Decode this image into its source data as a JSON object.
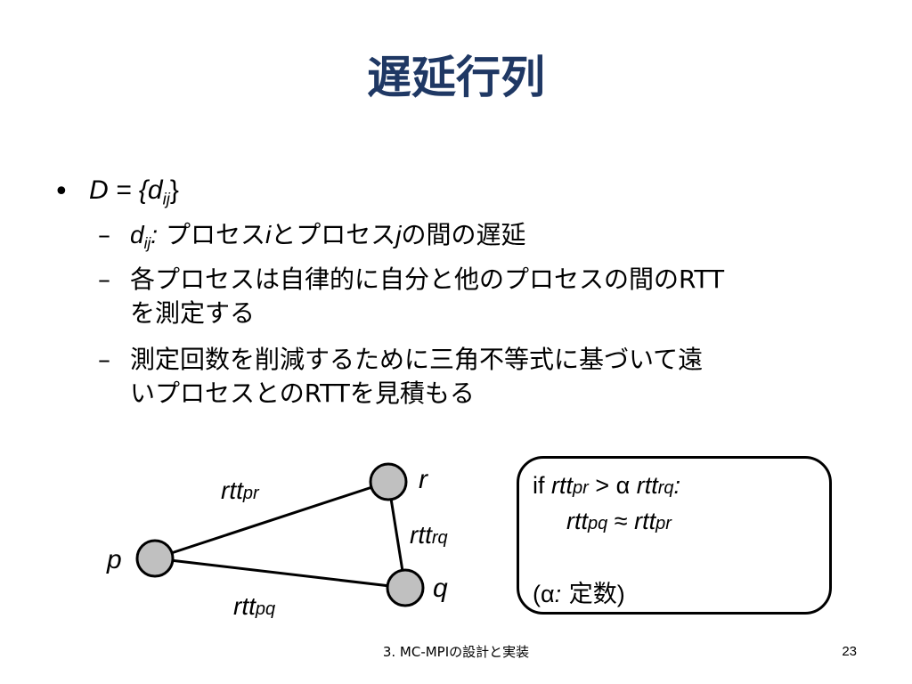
{
  "slide": {
    "title": "遅延行列",
    "bullets": {
      "main": {
        "marker": "•",
        "prefix": "D = {d",
        "sub": "ij",
        "suffix": "}"
      },
      "item1": {
        "marker": "–",
        "var": "d",
        "sub": "ij",
        "colon": ":",
        "text_a": " プロセス",
        "var_i": "i",
        "text_b": "とプロセス",
        "var_j": "j",
        "text_c": "の間の遅延"
      },
      "item2": {
        "marker": "–",
        "line1": "各プロセスは自律的に自分と他のプロセスの間のRTT",
        "line2": "を測定する"
      },
      "item3": {
        "marker": "–",
        "line1": "測定回数を削減するために三角不等式に基づいて遠",
        "line2": "いプロセスとのRTTを見積もる"
      }
    },
    "diagram": {
      "nodes": [
        {
          "id": "p",
          "label": "p"
        },
        {
          "id": "q",
          "label": "q"
        },
        {
          "id": "r",
          "label": "r"
        }
      ],
      "edges": [
        {
          "from": "p",
          "to": "r",
          "label_main": "rtt",
          "label_sub": "pr"
        },
        {
          "from": "r",
          "to": "q",
          "label_main": "rtt",
          "label_sub": "rq"
        },
        {
          "from": "p",
          "to": "q",
          "label_main": "rtt",
          "label_sub": "pq"
        }
      ],
      "node_fill": "#C0C0C0"
    },
    "note": {
      "l1_if": "if ",
      "l1_a": "rtt",
      "l1_a_sub": "pr",
      "l1_gt": " > α ",
      "l1_b": "rtt",
      "l1_b_sub": "rq",
      "l1_colon": ":",
      "l2_a": "rtt",
      "l2_a_sub": "pq",
      "l2_approx": " ≈ ",
      "l2_b": "rtt",
      "l2_b_sub": "pr",
      "l3_open": "(α",
      "l3_colon": ":",
      "l3_text": " 定数",
      "l3_close": ")"
    },
    "footer": "3. MC-MPIの設計と実装",
    "page_number": "23",
    "colors": {
      "title": "#1F3864",
      "text": "#000000"
    }
  }
}
